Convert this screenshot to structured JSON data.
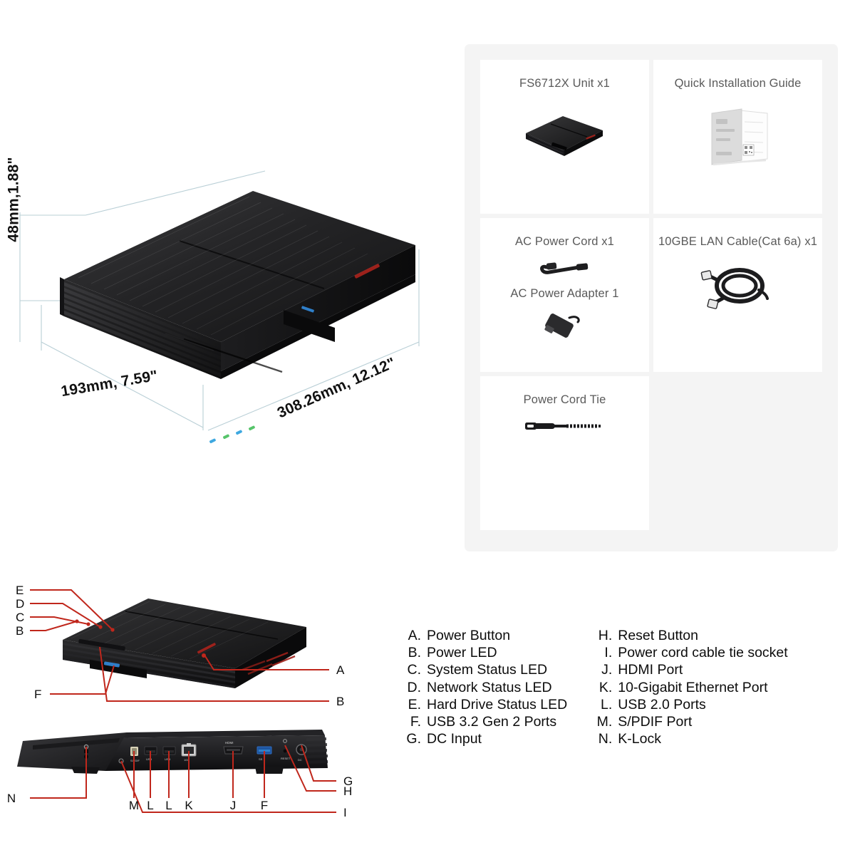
{
  "dimensions": {
    "height": "48mm,1.88\"",
    "width": "193mm, 7.59\"",
    "depth": "308.26mm, 12.12\""
  },
  "package": {
    "items": [
      {
        "label": "FS6712X Unit x1",
        "art": "nas-unit"
      },
      {
        "label": "Quick Installation Guide",
        "art": "guide-booklet"
      },
      {
        "label": "AC Power Cord x1",
        "art": "power-cord",
        "label2": "AC Power Adapter 1",
        "art2": "power-adapter"
      },
      {
        "label": "10GBE LAN Cable(Cat 6a) x1",
        "art": "lan-cable"
      },
      {
        "label": "Power Cord Tie",
        "art": "cable-tie"
      }
    ]
  },
  "front_callouts": {
    "top": [
      "E",
      "D",
      "C",
      "B"
    ],
    "bottom_left": "F",
    "right": [
      "A",
      "B"
    ]
  },
  "rear_callouts": {
    "bottom": [
      "N",
      "M",
      "L",
      "L",
      "K",
      "J",
      "F"
    ],
    "right": [
      "G",
      "H",
      "I"
    ]
  },
  "port_marks": {
    "spdif": "S/PDIF",
    "usb2a": "USB",
    "usb2b": "USB",
    "ethernet": "10G",
    "hdmi": "HDMI",
    "usb32": "SS",
    "reset": "RESET",
    "dc": "DC"
  },
  "legend": {
    "left": [
      {
        "key": "A.",
        "text": "Power Button"
      },
      {
        "key": "B.",
        "text": "Power LED"
      },
      {
        "key": "C.",
        "text": "System Status LED"
      },
      {
        "key": "D.",
        "text": "Network Status LED"
      },
      {
        "key": "E.",
        "text": "Hard Drive Status LED"
      },
      {
        "key": "F.",
        "text": "USB 3.2 Gen 2 Ports"
      },
      {
        "key": "G.",
        "text": "DC Input"
      }
    ],
    "right": [
      {
        "key": "H.",
        "text": "Reset Button"
      },
      {
        "key": "I.",
        "text": "Power cord cable tie socket"
      },
      {
        "key": "J.",
        "text": "HDMI Port"
      },
      {
        "key": "K.",
        "text": "10-Gigabit Ethernet Port"
      },
      {
        "key": "L.",
        "text": "USB 2.0 Ports"
      },
      {
        "key": "M.",
        "text": "S/PDIF Port"
      },
      {
        "key": "N.",
        "text": "K-Lock"
      }
    ]
  },
  "colors": {
    "callout_red": "#c0271c",
    "dimension_line": "#b9cfd6",
    "panel_bg": "#f4f4f4",
    "label_text": "#5a5a5a",
    "brand_red": "#a8231c",
    "led_blue": "#3ea8e0",
    "led_green": "#56c46a"
  }
}
